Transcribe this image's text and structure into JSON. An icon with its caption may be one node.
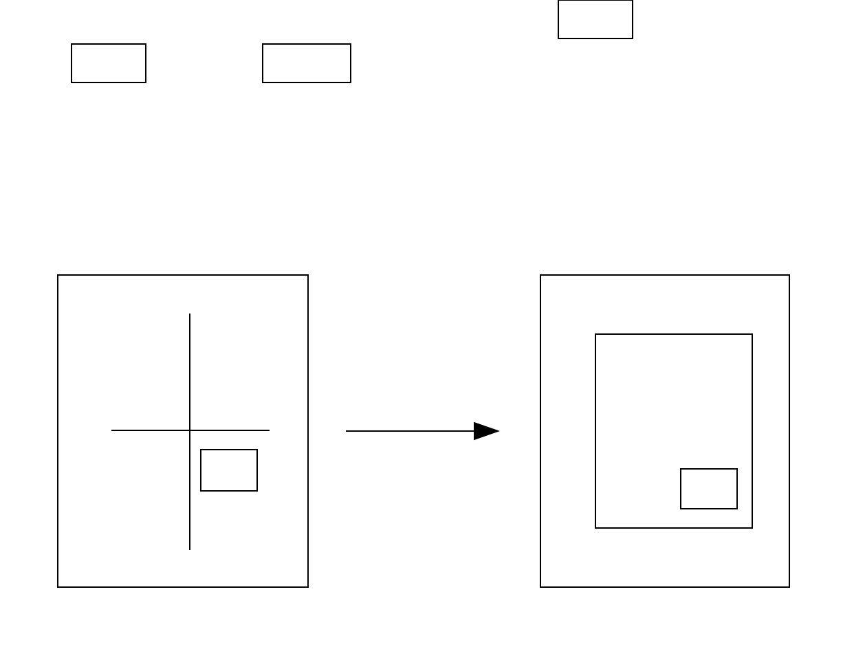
{
  "diagram": {
    "nodes": [
      {
        "text": [],
        "shape": "box"
      },
      {
        "text": [],
        "shape": "box"
      },
      {
        "text": [],
        "shape": "box"
      },
      {
        "text": [],
        "shape": "box"
      },
      {
        "text": [],
        "shape": "box",
        "in": 3
      },
      {
        "text": [],
        "shape": "box"
      },
      {
        "text": [],
        "shape": "box",
        "in": 5
      },
      {
        "text": [],
        "shape": "box",
        "in": 6
      }
    ],
    "edges": [
      {
        "from": 3,
        "to": 5,
        "arrow": "to"
      }
    ]
  }
}
